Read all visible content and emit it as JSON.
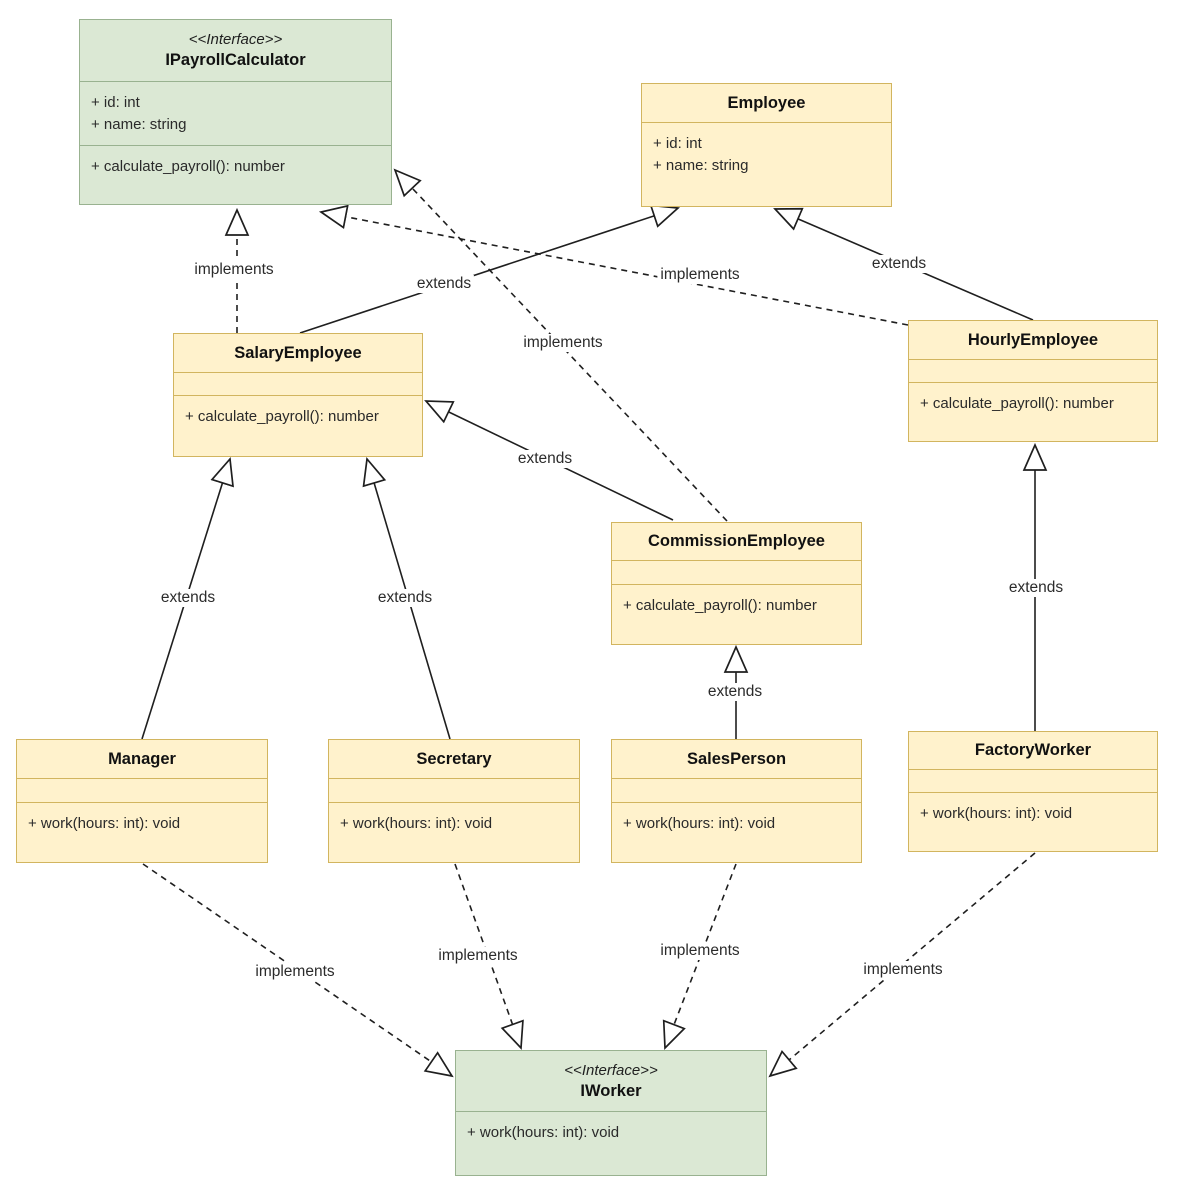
{
  "diagram": {
    "type": "uml-class-diagram",
    "colors": {
      "class_fill": "#fff2cc",
      "class_border": "#d2b55f",
      "interface_fill": "#dbe8d4",
      "interface_border": "#99b290",
      "line": "#1f1f1f",
      "text": "#2a2a2a"
    },
    "classes": [
      {
        "id": "ipayrollcalculator",
        "kind": "interface",
        "stereotype": "<<Interface>>",
        "name": "IPayrollCalculator",
        "attributes": [
          "+ id: int",
          "+ name: string"
        ],
        "methods": [
          "+ calculate_payroll(): number"
        ]
      },
      {
        "id": "employee",
        "kind": "class",
        "name": "Employee",
        "attributes": [
          "+ id: int",
          "+ name: string"
        ],
        "methods": []
      },
      {
        "id": "salaryemployee",
        "kind": "class",
        "name": "SalaryEmployee",
        "attributes": [],
        "methods": [
          "+ calculate_payroll(): number"
        ]
      },
      {
        "id": "hourlyemployee",
        "kind": "class",
        "name": "HourlyEmployee",
        "attributes": [],
        "methods": [
          "+ calculate_payroll(): number"
        ]
      },
      {
        "id": "commissionemployee",
        "kind": "class",
        "name": "CommissionEmployee",
        "attributes": [],
        "methods": [
          "+ calculate_payroll(): number"
        ]
      },
      {
        "id": "manager",
        "kind": "class",
        "name": "Manager",
        "attributes": [],
        "methods": [
          "+ work(hours: int): void"
        ]
      },
      {
        "id": "secretary",
        "kind": "class",
        "name": "Secretary",
        "attributes": [],
        "methods": [
          "+ work(hours: int): void"
        ]
      },
      {
        "id": "salesperson",
        "kind": "class",
        "name": "SalesPerson",
        "attributes": [],
        "methods": [
          "+ work(hours: int): void"
        ]
      },
      {
        "id": "factoryworker",
        "kind": "class",
        "name": "FactoryWorker",
        "attributes": [],
        "methods": [
          "+ work(hours: int): void"
        ]
      },
      {
        "id": "iworker",
        "kind": "interface",
        "stereotype": "<<Interface>>",
        "name": "IWorker",
        "attributes": [],
        "methods": [
          "+ work(hours: int): void"
        ]
      }
    ],
    "edges": [
      {
        "from": "SalaryEmployee",
        "to": "IPayrollCalculator",
        "label": "implements",
        "type": "realization"
      },
      {
        "from": "SalaryEmployee",
        "to": "Employee",
        "label": "extends",
        "type": "generalization"
      },
      {
        "from": "HourlyEmployee",
        "to": "Employee",
        "label": "extends",
        "type": "generalization"
      },
      {
        "from": "HourlyEmployee",
        "to": "IPayrollCalculator",
        "label": "implements",
        "type": "realization"
      },
      {
        "from": "CommissionEmployee",
        "to": "IPayrollCalculator",
        "label": "implements",
        "type": "realization"
      },
      {
        "from": "CommissionEmployee",
        "to": "SalaryEmployee",
        "label": "extends",
        "type": "generalization"
      },
      {
        "from": "Manager",
        "to": "SalaryEmployee",
        "label": "extends",
        "type": "generalization"
      },
      {
        "from": "Secretary",
        "to": "SalaryEmployee",
        "label": "extends",
        "type": "generalization"
      },
      {
        "from": "SalesPerson",
        "to": "CommissionEmployee",
        "label": "extends",
        "type": "generalization"
      },
      {
        "from": "FactoryWorker",
        "to": "HourlyEmployee",
        "label": "extends",
        "type": "generalization"
      },
      {
        "from": "Manager",
        "to": "IWorker",
        "label": "implements",
        "type": "realization"
      },
      {
        "from": "Secretary",
        "to": "IWorker",
        "label": "implements",
        "type": "realization"
      },
      {
        "from": "SalesPerson",
        "to": "IWorker",
        "label": "implements",
        "type": "realization"
      },
      {
        "from": "FactoryWorker",
        "to": "IWorker",
        "label": "implements",
        "type": "realization"
      }
    ]
  }
}
